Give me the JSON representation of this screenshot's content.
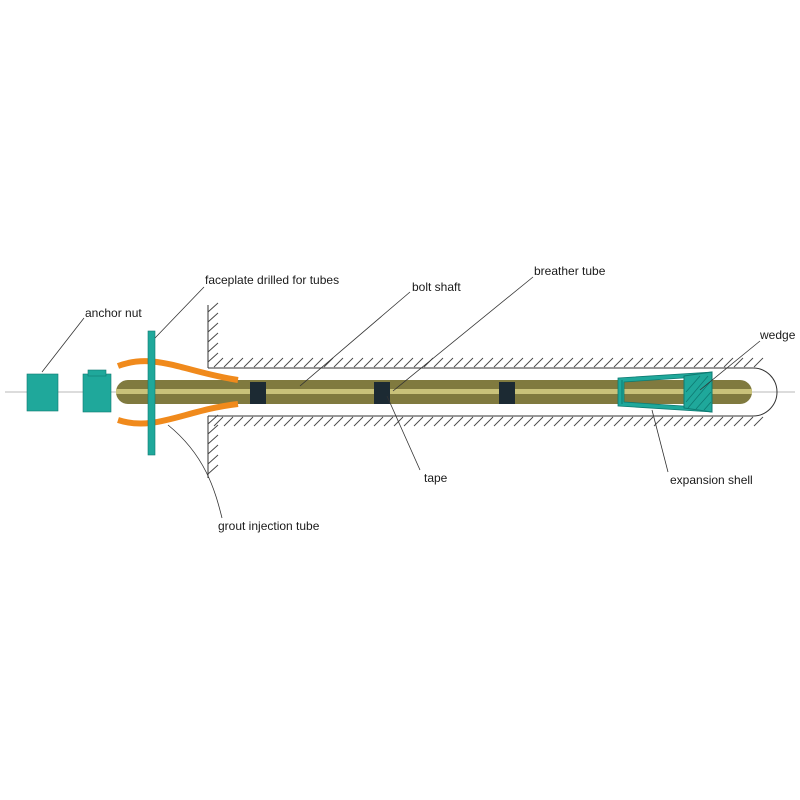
{
  "labels": {
    "anchor_nut": "anchor nut",
    "faceplate": "faceplate drilled for tubes",
    "bolt_shaft": "bolt shaft",
    "breather_tube": "breather tube",
    "wedge": "wedge",
    "tape": "tape",
    "expansion_shell": "expansion shell",
    "grout_injection_tube": "grout injection tube"
  },
  "colors": {
    "anchor": "#1fa89b",
    "anchor_dark": "#0e7a72",
    "shaft": "#807a3f",
    "breather": "#c9c27a",
    "grout_tube": "#f08a1c",
    "tape": "#1c2a33",
    "hatch": "#444444"
  }
}
